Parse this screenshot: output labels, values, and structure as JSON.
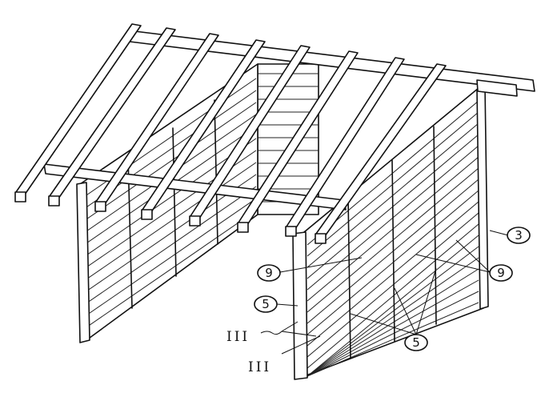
{
  "callouts": {
    "c3": "3",
    "c9_left": "9",
    "c9_right": "9",
    "c5_left": "5",
    "c5_bottom": "5"
  },
  "section_marks": {
    "upper": "III",
    "lower": "III"
  }
}
